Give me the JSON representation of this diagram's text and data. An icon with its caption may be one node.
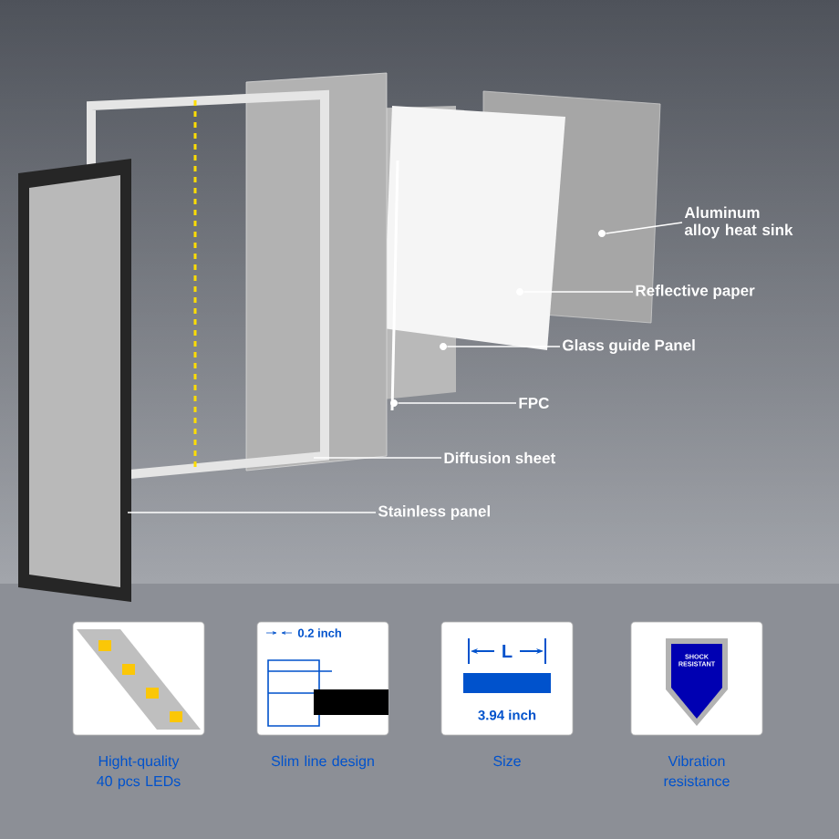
{
  "diagram": {
    "nodes": [
      {
        "text": [
          "Aluminum alloy heat sink"
        ]
      },
      {
        "text": [
          "Reflective paper"
        ]
      },
      {
        "text": [
          "Glass guide Panel"
        ]
      },
      {
        "text": [
          "FPC"
        ]
      },
      {
        "text": [
          "Diffusion sheet"
        ]
      },
      {
        "text": [
          "Stainless panel"
        ]
      },
      {
        "text": [],
        "shape": "picture",
        "beside": [
          "Hight-quality 40 pcs LEDs"
        ]
      },
      {
        "text": [
          "0.2 inch"
        ],
        "beside": [
          "Slim line design"
        ]
      },
      {
        "text": [
          "L",
          "3.94 inch"
        ],
        "beside": [
          "Size"
        ]
      },
      {
        "text": [
          "SHOCK RESISTANT"
        ],
        "beside": [
          "Vibration resistance"
        ]
      },
      {
        "text": [],
        "shape": "circle"
      },
      {
        "text": [],
        "shape": "circle"
      },
      {
        "text": [],
        "shape": "circle"
      },
      {
        "text": [],
        "shape": "circle"
      }
    ],
    "edges": [
      {
        "from": 0,
        "to": 10,
        "arrow": "none"
      },
      {
        "from": 1,
        "to": 11,
        "arrow": "none"
      },
      {
        "from": 2,
        "to": 12,
        "arrow": "none"
      },
      {
        "from": 3,
        "to": 13,
        "arrow": "none"
      },
      {
        "from": 4,
        "to": null,
        "arrow": "none"
      },
      {
        "from": 5,
        "to": null,
        "arrow": "none"
      }
    ]
  }
}
